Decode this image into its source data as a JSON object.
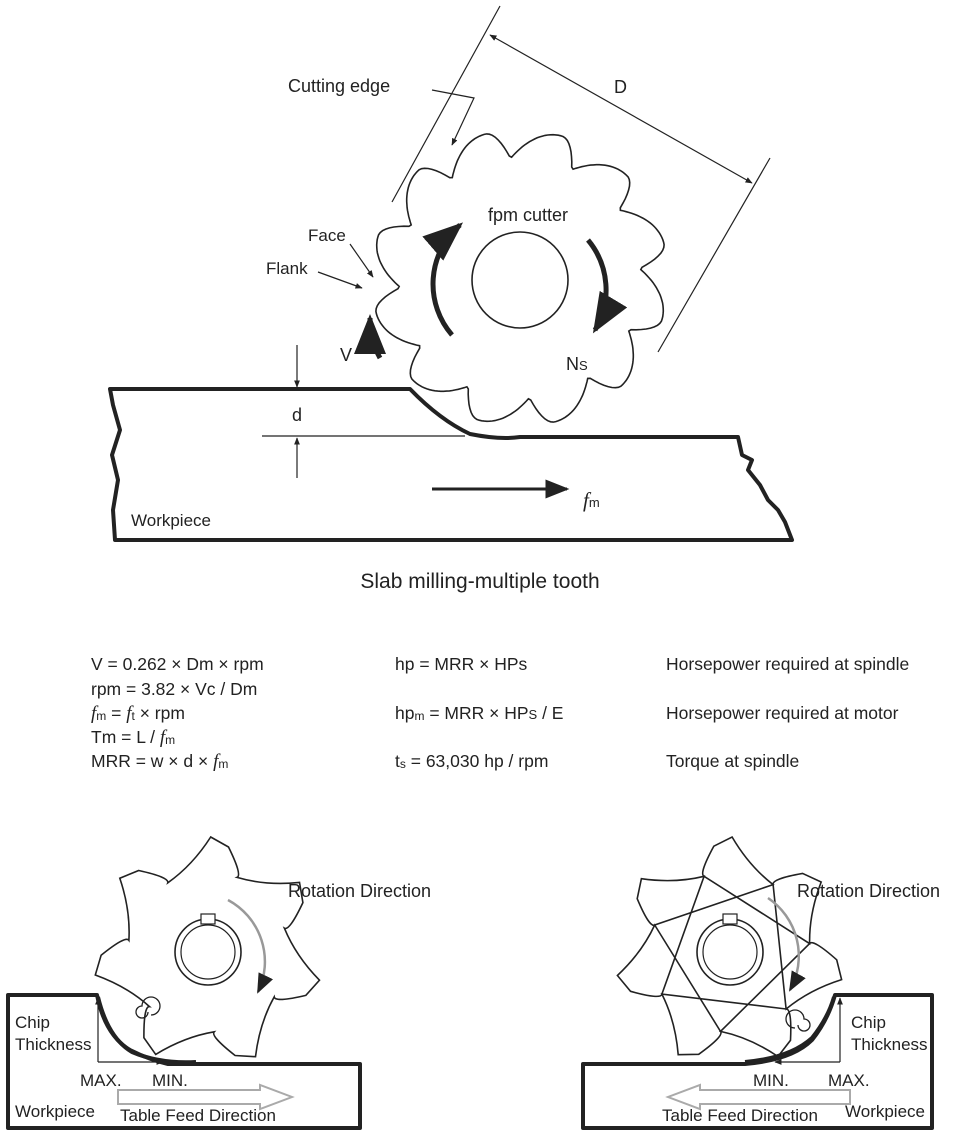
{
  "slab": {
    "cutting_edge": "Cutting edge",
    "dim_D": "D",
    "fpm_cutter": "fpm cutter",
    "face": "Face",
    "flank": "Flank",
    "V": "V",
    "Ns_main": "N",
    "Ns_sub": "S",
    "d": "d",
    "fm_main": "f",
    "fm_sub": "m",
    "workpiece": "Workpiece",
    "caption": "Slab milling-multiple tooth"
  },
  "formulas": {
    "f1": "V = 0.262 × Dm × rpm",
    "f2": "rpm = 3.82 × Vc / Dm",
    "f3": {
      "a": "f",
      "b": "m",
      "c": " = ",
      "d": "f",
      "e": "t",
      "g": " × rpm"
    },
    "f4": {
      "a": "Tm = L / ",
      "b": "f",
      "c": "m"
    },
    "f5": {
      "a": "MRR = w × d × ",
      "b": "f",
      "c": "m"
    },
    "h1": "hp = MRR × HPs",
    "h2": {
      "a": "hp",
      "b": "m",
      "c": " = MRR × HP",
      "d": "S",
      "e": " / E"
    },
    "h3": {
      "a": "t",
      "b": "s",
      "c": " = 63,030 hp / rpm"
    },
    "d1": "Horsepower required at spindle",
    "d2": "Horsepower required at motor",
    "d3": "Torque at spindle"
  },
  "left_fig": {
    "rotation": "Rotation Direction",
    "chip1": "Chip",
    "chip2": "Thickness",
    "max": "MAX.",
    "min": "MIN.",
    "workpiece": "Workpiece",
    "feed": "Table Feed Direction"
  },
  "right_fig": {
    "rotation": "Rotation Direction",
    "chip1": "Chip",
    "chip2": "Thickness",
    "max": "MAX.",
    "min": "MIN.",
    "workpiece": "Workpiece",
    "feed": "Table Feed Direction"
  }
}
